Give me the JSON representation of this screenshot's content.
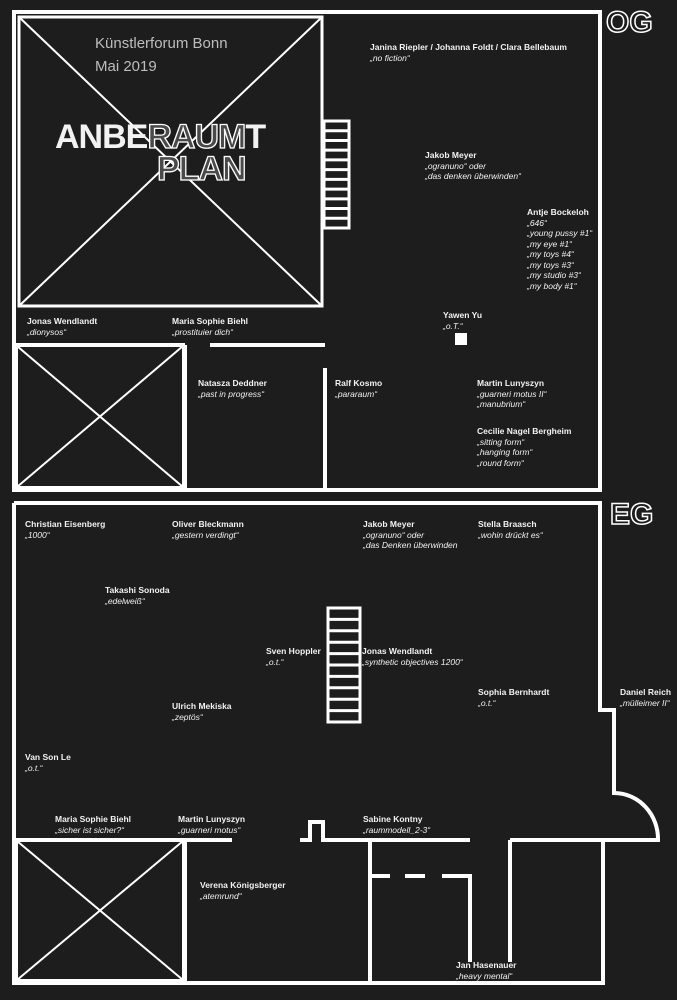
{
  "header": {
    "venue": "Künstlerforum Bonn",
    "date": "Mai 2019",
    "title_solid": "ANBE",
    "title_outline": "RAUM",
    "title_end": "T",
    "title_line2": "PLAN"
  },
  "og": {
    "label": "OG",
    "artists": [
      {
        "name": "Janina Riepler / Johanna Foldt / Clara Bellebaum",
        "works": [
          "„no fiction“"
        ]
      },
      {
        "name": "Jakob Meyer",
        "works": [
          "„ogranuno“ oder",
          "„das denken überwinden“"
        ]
      },
      {
        "name": "Antje Bockeloh",
        "works": [
          "„646“",
          "„young pussy #1“",
          "„my eye #1“",
          "„my toys #4“",
          "„my toys #3“",
          "„my studio #3“",
          "„my body #1“"
        ]
      },
      {
        "name": "Jonas Wendlandt",
        "works": [
          "„dionysos“"
        ]
      },
      {
        "name": "Maria Sophie Biehl",
        "works": [
          "„prostituier dich“"
        ]
      },
      {
        "name": "Yawen Yu",
        "works": [
          "„o.T.“"
        ]
      },
      {
        "name": "Natasza Deddner",
        "works": [
          "„past in progress“"
        ]
      },
      {
        "name": "Ralf Kosmo",
        "works": [
          "„pararaum“"
        ]
      },
      {
        "name": "Martin Lunyszyn",
        "works": [
          "„guarneri motus II“",
          "„manubrium“"
        ]
      },
      {
        "name": "Cecilie Nagel Bergheim",
        "works": [
          "„sitting form“",
          "„hanging form“",
          "„round form“"
        ]
      }
    ]
  },
  "eg": {
    "label": "EG",
    "artists": [
      {
        "name": "Christian Eisenberg",
        "works": [
          "„1000“"
        ]
      },
      {
        "name": "Oliver Bleckmann",
        "works": [
          "„gestern verdingt“"
        ]
      },
      {
        "name": "Jakob  Meyer",
        "works": [
          "„ogranuno“ oder",
          "„das Denken überwinden"
        ]
      },
      {
        "name": "Stella Braasch",
        "works": [
          "„wohin drückt es“"
        ]
      },
      {
        "name": "Takashi Sonoda",
        "works": [
          "„edelweiß“"
        ]
      },
      {
        "name": "Sven Hoppler",
        "works": [
          "„o.t.“"
        ]
      },
      {
        "name": "Jonas Wendlandt",
        "works": [
          "„synthetic objectives 1200“"
        ]
      },
      {
        "name": "Sophia Bernhardt",
        "works": [
          "„o.t.“"
        ]
      },
      {
        "name": "Daniel Reich",
        "works": [
          "„mülleimer II“"
        ]
      },
      {
        "name": "Ulrich Mekiska",
        "works": [
          "„zeptös“"
        ]
      },
      {
        "name": "Van Son Le",
        "works": [
          "„o.t.“"
        ]
      },
      {
        "name": "Maria Sophie Biehl",
        "works": [
          "„sicher ist sicher?“"
        ]
      },
      {
        "name": "Martin Lunyszyn",
        "works": [
          "„guarneri motus“"
        ]
      },
      {
        "name": "Sabine Kontny",
        "works": [
          "„raummodell_2-3“"
        ]
      },
      {
        "name": "Verena Königsberger",
        "works": [
          "„atemrund“"
        ]
      },
      {
        "name": "Jan Hasenauer",
        "works": [
          "„heavy mental“"
        ]
      }
    ]
  }
}
